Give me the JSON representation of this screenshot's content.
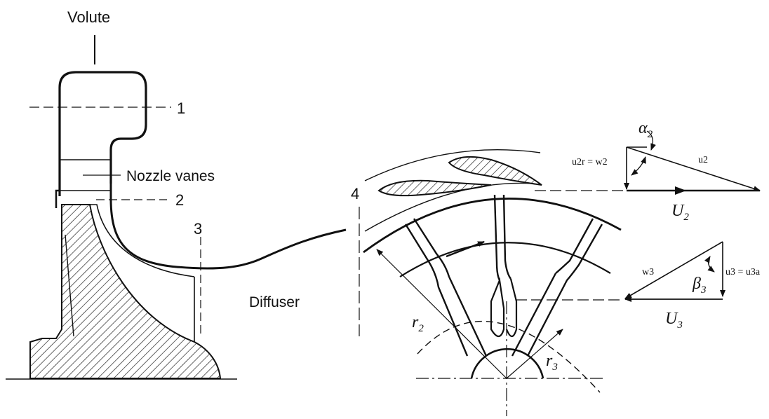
{
  "labels": {
    "volute": "Volute",
    "station_1": "1",
    "nozzle_vanes": "Nozzle vanes",
    "station_2": "2",
    "station_3": "3",
    "diffuser": "Diffuser",
    "station_4": "4"
  },
  "symbols": {
    "r2": "r",
    "r2_sub": "2",
    "r3": "r",
    "r3_sub": "3",
    "alpha2": "α",
    "alpha2_sub": "2",
    "u2r_eq_w2": "u2r = w2",
    "u2": "u2",
    "U2": "U",
    "U2_sub": "2",
    "w3": "w3",
    "u3_eq_u3a": "u3 = u3a",
    "beta3": "β",
    "beta3_sub": "3",
    "U3": "U",
    "U3_sub": "3"
  }
}
